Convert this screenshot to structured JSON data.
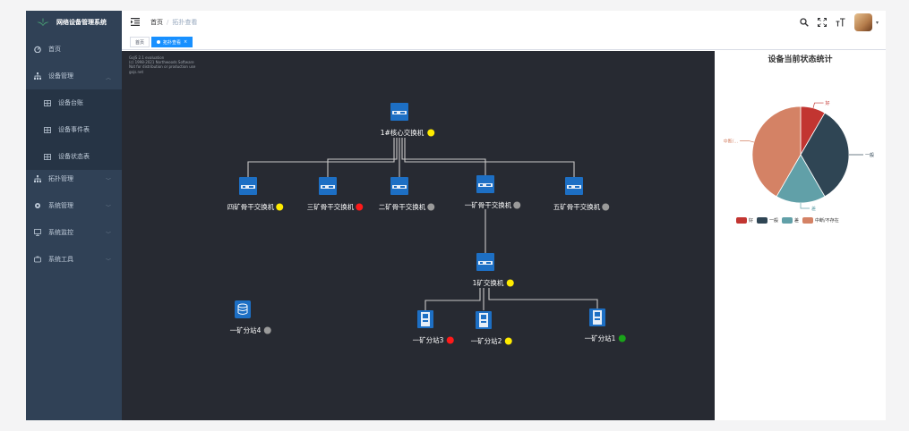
{
  "app": {
    "title": "网络设备管理系统"
  },
  "sidebar": {
    "items": [
      {
        "label": "首页",
        "icon": "dashboard-icon"
      },
      {
        "label": "设备管理",
        "icon": "tree-icon"
      },
      {
        "label": "设备台账",
        "icon": "table-icon"
      },
      {
        "label": "设备事件表",
        "icon": "table-icon"
      },
      {
        "label": "设备状态表",
        "icon": "table-icon"
      },
      {
        "label": "拓扑管理",
        "icon": "tree-icon"
      },
      {
        "label": "系统管理",
        "icon": "gear-icon"
      },
      {
        "label": "系统监控",
        "icon": "monitor-icon"
      },
      {
        "label": "系统工具",
        "icon": "tool-icon"
      }
    ]
  },
  "navbar": {
    "breadcrumb": [
      "首页",
      "拓扑查看"
    ]
  },
  "tags": {
    "home": "首页",
    "active": "拓扑查看"
  },
  "watermark": {
    "lines": [
      "GoJS 2.1 evaluation",
      "(c) 1998-2021 Northwoods Software",
      "Not for distribution or production use",
      "gojs.net"
    ]
  },
  "topology": {
    "nodes": [
      {
        "id": "core",
        "label": "1#核心交换机",
        "status": "#ffeb00",
        "type": "switch"
      },
      {
        "id": "m4",
        "label": "四矿骨干交换机",
        "status": "#ffeb00",
        "type": "switch"
      },
      {
        "id": "m3",
        "label": "三矿骨干交换机",
        "status": "#ff1a1a",
        "type": "switch"
      },
      {
        "id": "m2",
        "label": "二矿骨干交换机",
        "status": "#9a9a9a",
        "type": "switch"
      },
      {
        "id": "m1",
        "label": "一矿骨干交换机",
        "status": "#9a9a9a",
        "type": "switch"
      },
      {
        "id": "m5",
        "label": "五矿骨干交换机",
        "status": "#9a9a9a",
        "type": "switch"
      },
      {
        "id": "s1",
        "label": "1矿交换机",
        "status": "#ffeb00",
        "type": "switch"
      },
      {
        "id": "st4",
        "label": "一矿分站4",
        "status": "#9a9a9a",
        "type": "database"
      },
      {
        "id": "st3",
        "label": "一矿分站3",
        "status": "#ff1a1a",
        "type": "station"
      },
      {
        "id": "st2",
        "label": "一矿分站2",
        "status": "#ffeb00",
        "type": "station"
      },
      {
        "id": "st1",
        "label": "一矿分站1",
        "status": "#1aa31a",
        "type": "station"
      }
    ]
  },
  "stats": {
    "title": "设备当前状态统计",
    "legend": [
      {
        "name": "好",
        "color": "#c23531"
      },
      {
        "name": "一般",
        "color": "#2f4554"
      },
      {
        "name": "差",
        "color": "#61a0a8"
      },
      {
        "name": "中断/不存在",
        "color": "#d48265"
      }
    ],
    "slice_labels": {
      "good": "好",
      "normal": "一般",
      "poor": "差",
      "down": "中断/..."
    }
  },
  "chart_data": {
    "type": "pie",
    "title": "设备当前状态统计",
    "categories": [
      "好",
      "一般",
      "差",
      "中断/不存在"
    ],
    "values": [
      1,
      4,
      2,
      5
    ]
  }
}
